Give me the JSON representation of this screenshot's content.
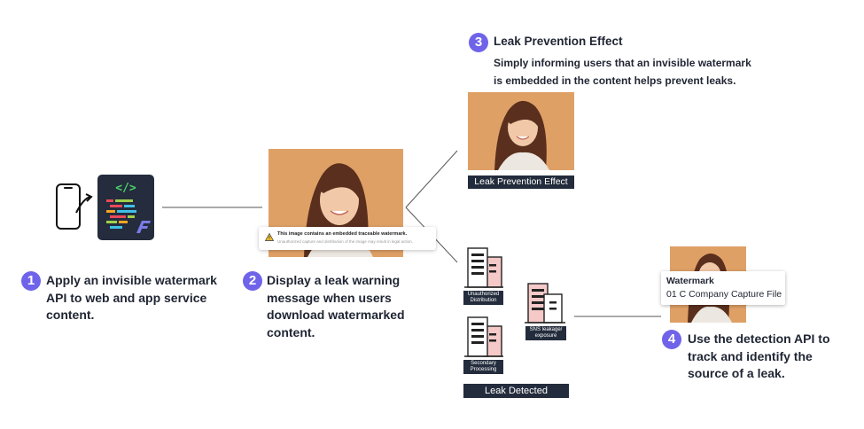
{
  "steps": [
    {
      "number": "1",
      "text": "Apply an invisible watermark API to web and app service content."
    },
    {
      "number": "2",
      "text": "Display a leak warning message when users download watermarked content."
    },
    {
      "number": "3",
      "title": "Leak Prevention Effect",
      "text": "Simply informing users that an invisible watermark is embedded in the content helps prevent leaks."
    },
    {
      "number": "4",
      "text": "Use the detection API to track and identify the source of a leak."
    }
  ],
  "step1_lines": [
    "Apply an invisible watermark",
    "API to web and app service",
    "content."
  ],
  "step2_lines": [
    "Display a leak warning",
    "message when users",
    "download watermarked",
    "content."
  ],
  "step3_lines": [
    "Simply informing users that an invisible watermark",
    "is embedded in the content helps prevent leaks."
  ],
  "step4_lines": [
    "Use the detection API to",
    "track and identify the",
    "source of a leak."
  ],
  "code_icon_glyph": "</>",
  "warning": {
    "title": "This image contains an embedded traceable watermark.",
    "subtitle": "Unauthorized capture and distribution of the image may result in legal action."
  },
  "prevention_label": "Leak Prevention Effect",
  "leak": {
    "buildings": [
      "Unauthorized Distribution",
      "SNS leakage/ exposure",
      "Secondary Processing"
    ],
    "label": "Leak Detected"
  },
  "watermark_card": {
    "title": "Watermark",
    "value": "01 C Company Capture File"
  },
  "colors": {
    "accent": "#6f63e9",
    "dark": "#232c3c",
    "photo_bg": "#dfa066",
    "building_pink": "#f4c9c8"
  }
}
